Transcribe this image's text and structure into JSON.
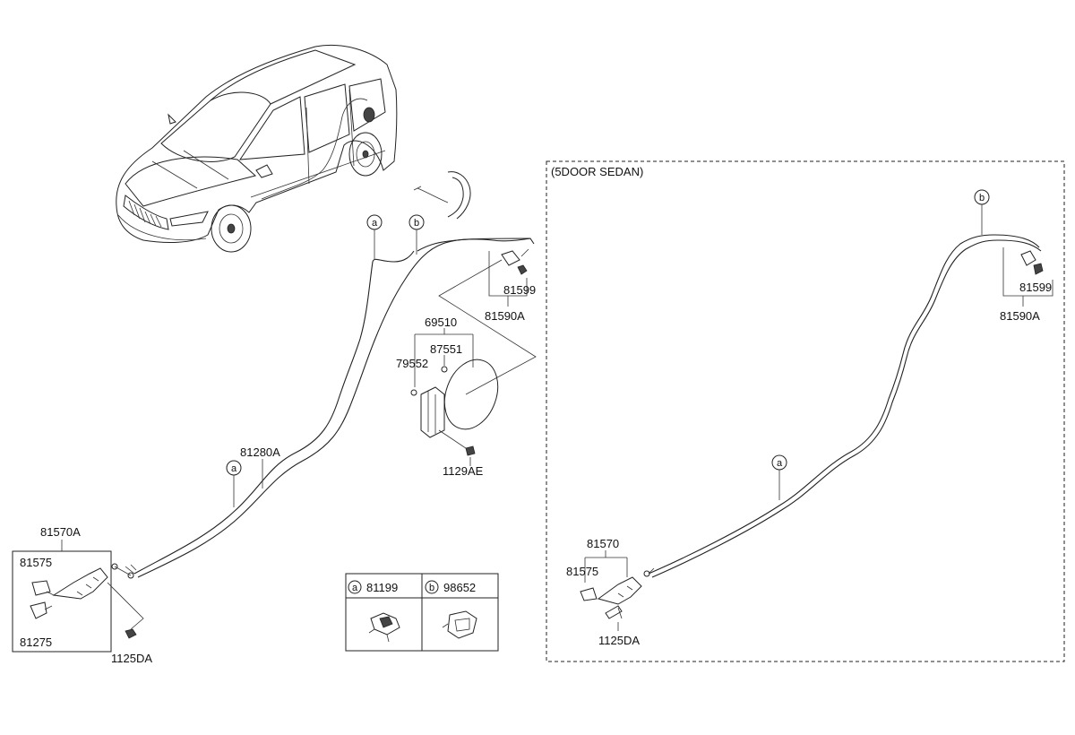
{
  "left_assembly": {
    "callouts": {
      "ref_a_top": "a",
      "ref_b_top": "b",
      "ref_a_low": "a",
      "cable_part": "81280A",
      "latch_group": "81570A",
      "latch_part_upper": "81575",
      "latch_part_lower": "81275",
      "latch_bolt": "1125DA",
      "flap_group": "69510",
      "flap_part_right": "87551",
      "flap_part_left": "79552",
      "flap_screw": "1129AE",
      "actuator_group": "81590A",
      "actuator_clip": "81599"
    }
  },
  "legend_table": {
    "rows": [
      {
        "ref": "a",
        "part_no": "81199"
      },
      {
        "ref": "b",
        "part_no": "98652"
      }
    ]
  },
  "sedan_panel": {
    "title": "(5DOOR SEDAN)",
    "callouts": {
      "ref_b": "b",
      "ref_a": "a",
      "actuator_clip": "81599",
      "actuator_group": "81590A",
      "latch_group": "81570",
      "latch_part": "81575",
      "latch_bolt": "1125DA"
    }
  }
}
